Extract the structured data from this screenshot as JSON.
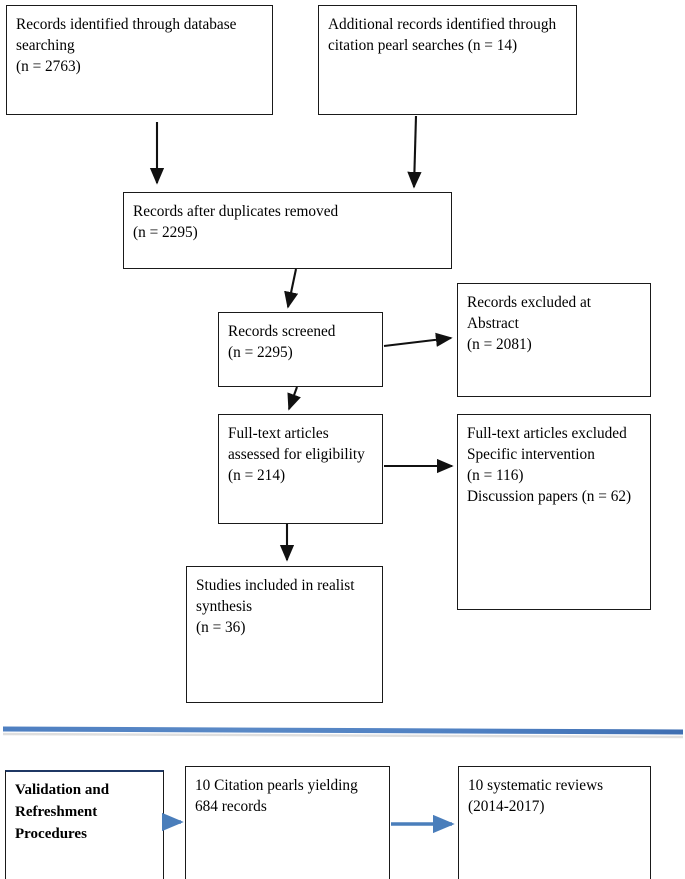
{
  "diagram": {
    "title": "PRISMA flow diagram",
    "colors": {
      "box_border": "#1a1a1a",
      "arrow_black": "#111111",
      "accent_blue": "#4a7ebb",
      "divider_blue": "#4e7fc1",
      "header_border_blue": "#1f3864",
      "background": "#ffffff"
    },
    "boxes": [
      {
        "id": "records-identified-database",
        "label": "Records identified through database searching\n(n = 2763)",
        "count_label": "(n = 2763)",
        "n": 2763
      },
      {
        "id": "additional-records-citation-pearls",
        "label": "Additional records identified through citation pearl searches (n = 14)",
        "count_label": "(n = 14)",
        "n": 14
      },
      {
        "id": "records-after-duplicates-removed",
        "label": "Records after duplicates removed\n(n = 2295)",
        "count_label": "(n = 2295)",
        "n": 2295
      },
      {
        "id": "records-screened",
        "label": "Records screened\n(n = 2295)",
        "count_label": "(n = 2295)",
        "n": 2295
      },
      {
        "id": "records-excluded-abstract",
        "label": "Records excluded at Abstract\n(n = 2081)",
        "count_label": "(n = 2081)",
        "n": 2081
      },
      {
        "id": "full-text-assessed",
        "label": "Full-text articles assessed for eligibility\n(n = 214)",
        "count_label": "(n = 214)",
        "n": 214
      },
      {
        "id": "full-text-excluded",
        "label": "Full-text articles excluded\nSpecific intervention\n(n = 116)\nDiscussion papers (n = 62)",
        "count_label": "(n = 116)",
        "n_specific_intervention": 116,
        "n_discussion_papers": 62
      },
      {
        "id": "studies-included",
        "label": "Studies included in realist synthesis\n(n = 36)",
        "count_label": "(n = 36)",
        "n": 36
      },
      {
        "id": "validation-refreshment",
        "label": "Validation and Refreshment Procedures"
      },
      {
        "id": "citation-pearls-yield",
        "label": "10 Citation pearls yielding 684 records",
        "n_pearls": 10,
        "n_records": 684
      },
      {
        "id": "systematic-reviews",
        "label": "10 systematic reviews (2014-2017)",
        "n_reviews": 10,
        "year_range": "2014-2017"
      }
    ]
  }
}
